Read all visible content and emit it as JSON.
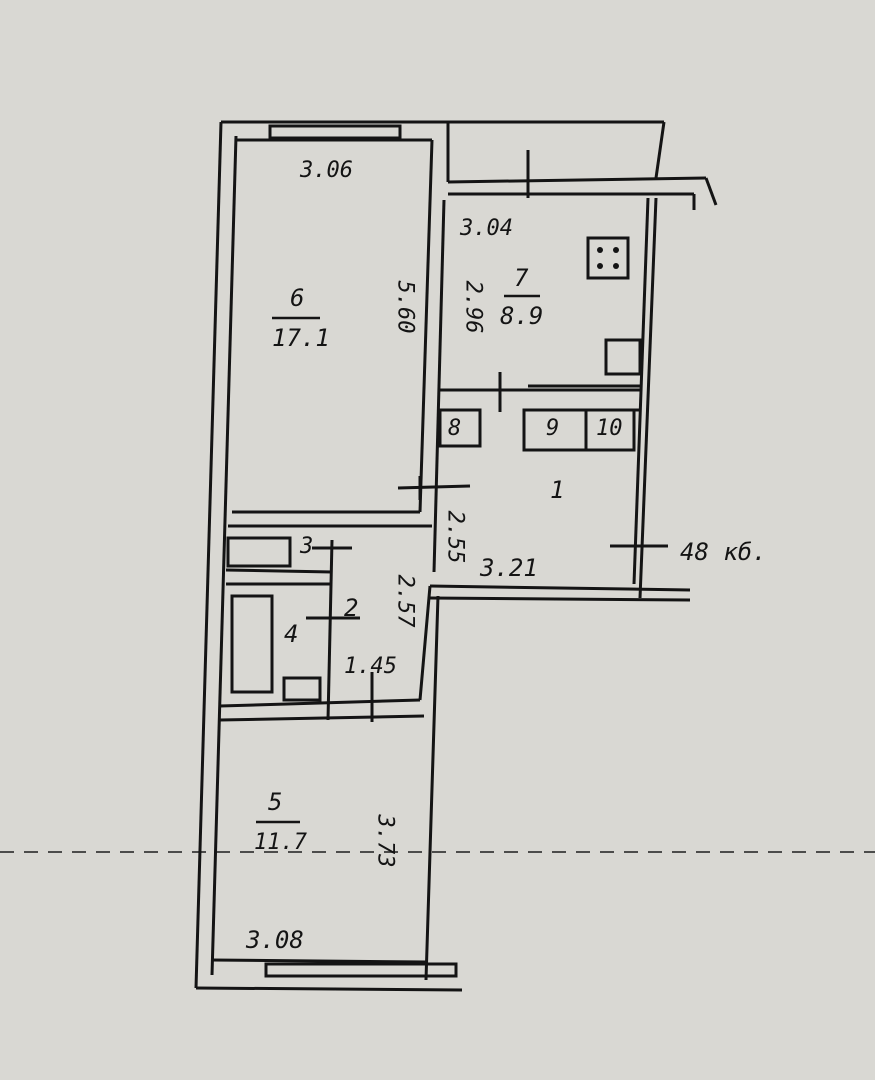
{
  "colors": {
    "paper": "#d9d8d3",
    "ink": "#141414"
  },
  "rooms": {
    "r6": {
      "number": "6",
      "area": "17.1"
    },
    "r7": {
      "number": "7",
      "area": "8.9"
    },
    "r5": {
      "number": "5",
      "area": "11.7"
    },
    "r1": {
      "number": "1"
    },
    "r2": {
      "number": "2"
    },
    "r3": {
      "number": "3"
    },
    "r4": {
      "number": "4"
    },
    "r8": {
      "number": "8"
    },
    "r9": {
      "number": "9"
    },
    "r10": {
      "number": "10"
    }
  },
  "dimensions": {
    "d_306": "3.06",
    "d_560": "5.60",
    "d_304": "3.04",
    "d_296": "2.96",
    "d_255": "2.55",
    "d_321": "3.21",
    "d_257": "2.57",
    "d_145": "1.45",
    "d_373": "3.73",
    "d_308": "3.08"
  },
  "notes": {
    "height": "48 кб."
  }
}
